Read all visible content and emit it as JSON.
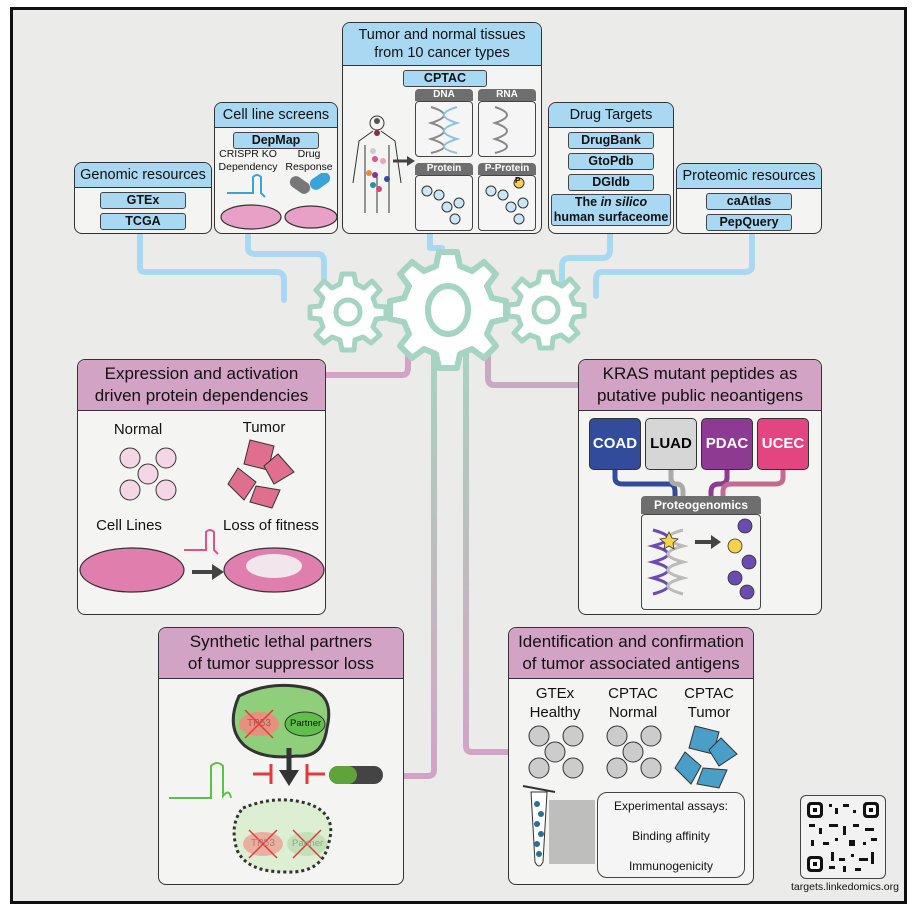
{
  "sources": {
    "genomic": {
      "title": "Genomic resources",
      "items": [
        "GTEx",
        "TCGA"
      ]
    },
    "cell_line": {
      "title": "Cell line screens",
      "pill": "DepMap",
      "left_label": "CRISPR KO\nDependency",
      "right_label": "Drug\nResponse"
    },
    "tissues": {
      "title_line1": "Tumor and normal tissues",
      "title_line2": "from 10 cancer types",
      "pill": "CPTAC",
      "panels": [
        "DNA",
        "RNA",
        "Protein",
        "P-Protein"
      ],
      "phospho_marker": "P"
    },
    "drug": {
      "title": "Drug Targets",
      "items": [
        "DrugBank",
        "GtoPdb",
        "DGIdb"
      ],
      "surfaceome_pre": "The ",
      "surfaceome_italic": "in silico",
      "surfaceome_line2": "human surfaceome"
    },
    "proteomic": {
      "title": "Proteomic resources",
      "items": [
        "caAtlas",
        "PepQuery"
      ]
    }
  },
  "outputs": {
    "expression": {
      "title_line1": "Expression and activation",
      "title_line2": "driven protein dependencies",
      "normal": "Normal",
      "tumor": "Tumor",
      "cell_lines": "Cell Lines",
      "loss": "Loss of fitness"
    },
    "kras": {
      "title_line1": "KRAS mutant peptides as",
      "title_line2": "putative public neoantigens",
      "tags": [
        {
          "label": "COAD",
          "color": "#334b9b",
          "text": "#ffffff"
        },
        {
          "label": "LUAD",
          "color": "#d6d6d6",
          "text": "#000000"
        },
        {
          "label": "PDAC",
          "color": "#8e3a92",
          "text": "#ffffff"
        },
        {
          "label": "UCEC",
          "color": "#e2457f",
          "text": "#ffffff"
        }
      ],
      "pipeline": "Proteogenomics"
    },
    "synthetic": {
      "title_line1": "Synthetic lethal partners",
      "title_line2": "of tumor suppressor loss",
      "gene": "TP53",
      "partner": "Partner"
    },
    "antigens": {
      "title_line1": "Identification and confirmation",
      "title_line2": "of tumor associated antigens",
      "groups": [
        "GTEx\nHealthy",
        "CPTAC\nNormal",
        "CPTAC\nTumor"
      ],
      "assays_title": "Experimental assays:",
      "assays": [
        "Binding affinity",
        "Immunogenicity"
      ]
    }
  },
  "footer": {
    "url": "targets.linkedomics.org"
  },
  "colors": {
    "source_header": "#a9d8f3",
    "output_header": "#d3a3c6",
    "gear": "#a6d4c2",
    "blue_wire": "#a9d8f3",
    "pink_wire": "#d3a3c6"
  }
}
